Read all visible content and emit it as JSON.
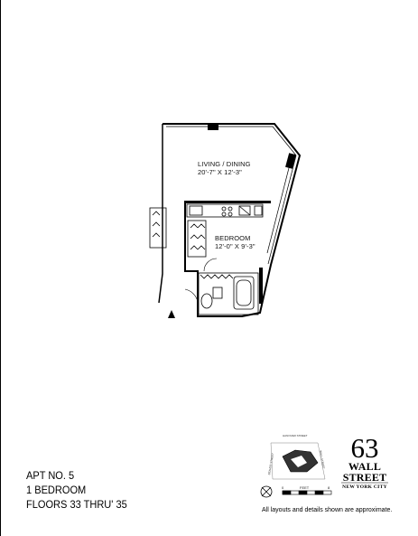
{
  "rooms": {
    "living": {
      "name": "LIVING / DINING",
      "dims": "20'-7\" X 12'-3\""
    },
    "bedroom": {
      "name": "BEDROOM",
      "dims": "12'-0\" X 9'-3\""
    }
  },
  "apartment": {
    "number": "APT NO. 5",
    "type": "1 BEDROOM",
    "floors": "FLOORS 33 THRU' 35"
  },
  "brand": {
    "number": "63",
    "street": "WALL\nSTREET",
    "street_line1": "WALL",
    "street_line2": "STREET",
    "city": "NEW YORK CITY"
  },
  "key_plan": {
    "street_top": "HANOVER STREET",
    "street_left": "BEAVER STREET",
    "street_right": "WALL STREET",
    "scale_unit": "FEET",
    "scale_start": "0",
    "scale_end": "8"
  },
  "disclaimer": "All layouts and details shown are approximate.",
  "colors": {
    "ink": "#000000",
    "paper": "#ffffff"
  }
}
